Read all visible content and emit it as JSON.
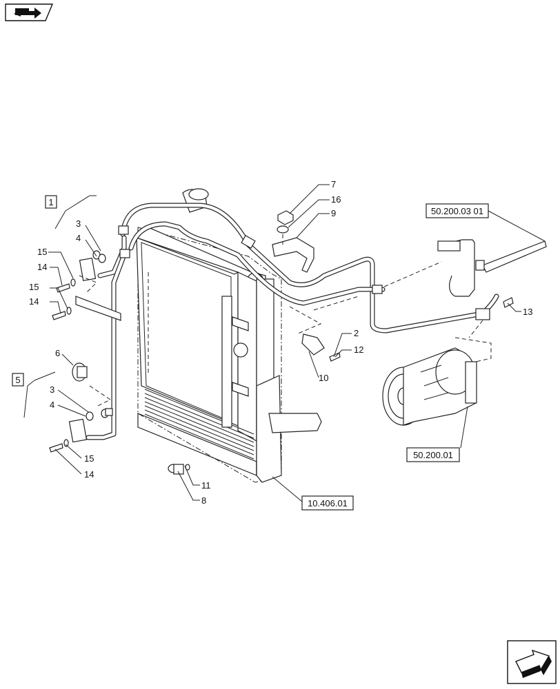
{
  "nav": {
    "top_icon": "book-arrow-icon",
    "bottom_icon": "next-page-arrow-icon"
  },
  "callouts": {
    "c1": "1",
    "c2": "2",
    "c3a": "3",
    "c3b": "3",
    "c4a": "4",
    "c4b": "4",
    "c5": "5",
    "c6": "6",
    "c7": "7",
    "c8": "8",
    "c9": "9",
    "c10": "10",
    "c11": "11",
    "c12": "12",
    "c13": "13",
    "c14a": "14",
    "c14b": "14",
    "c14c": "14",
    "c15a": "15",
    "c15b": "15",
    "c15c": "15",
    "c16": "16"
  },
  "references": {
    "ref_50_200_03_01": "50.200.03 01",
    "ref_50_200_01": "50.200.01",
    "ref_10_406_01": "10.406.01"
  }
}
